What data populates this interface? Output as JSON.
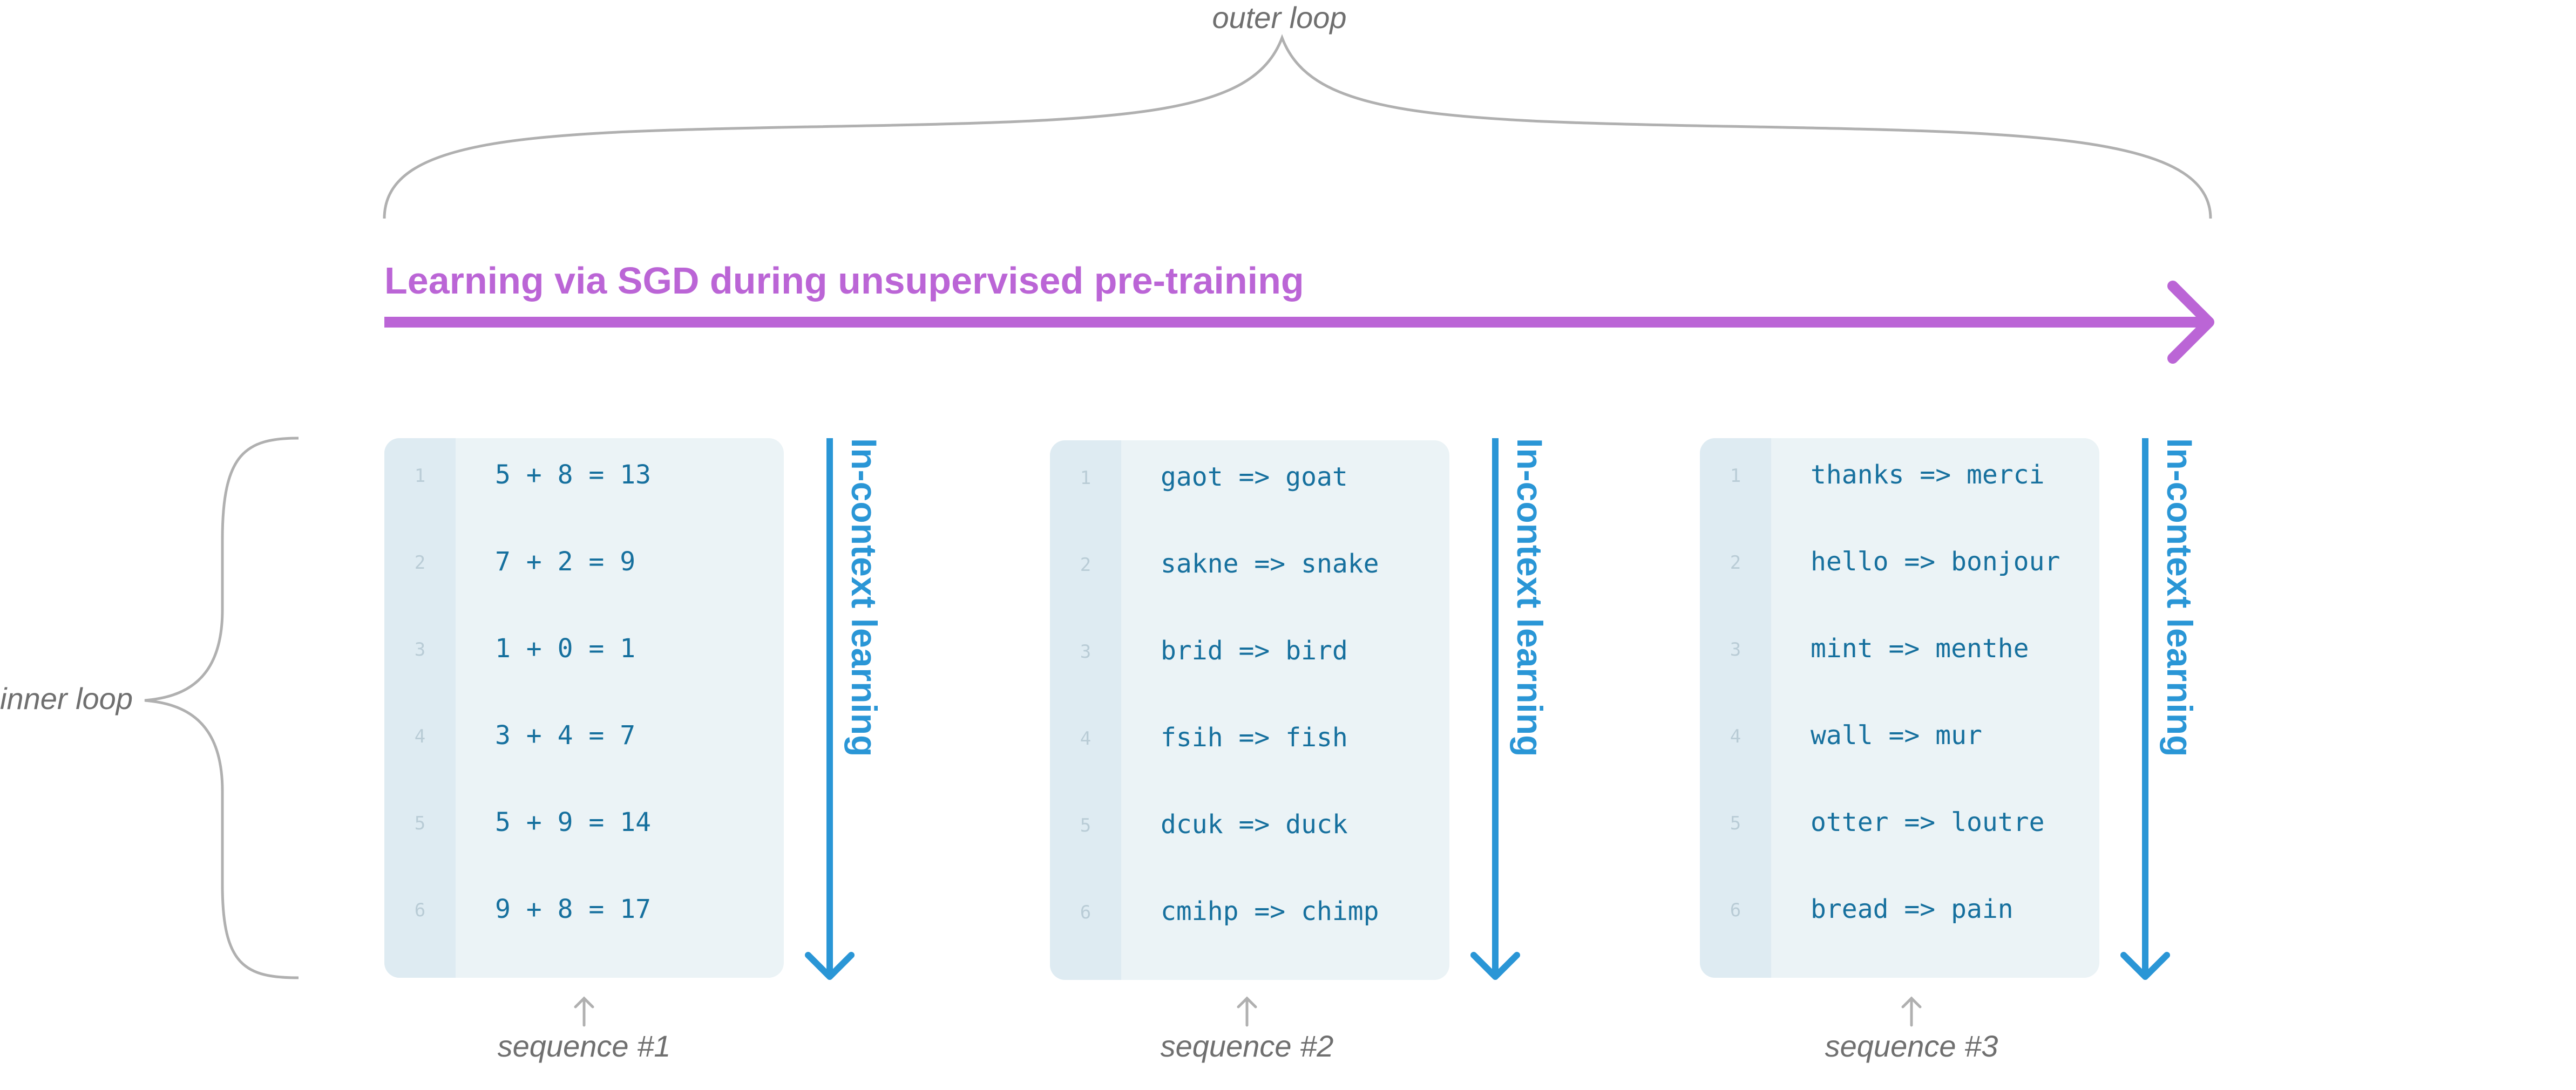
{
  "outer_loop_label": "outer loop",
  "inner_loop_label": "inner loop",
  "sgd_title": "Learning via SGD during unsupervised pre-training",
  "in_context_label": "In-context learning",
  "colors": {
    "purple": "#bb65d6",
    "blue": "#2a96d6",
    "code_text": "#16709e",
    "panel_bg": "#ebf3f6",
    "gutter_bg": "#deebf2",
    "brace": "#b0b0b0"
  },
  "sequences": [
    {
      "label": "sequence #1",
      "lines": [
        {
          "num": "1",
          "text": "5 + 8 = 13"
        },
        {
          "num": "2",
          "text": "7 + 2 = 9"
        },
        {
          "num": "3",
          "text": "1 + 0 = 1"
        },
        {
          "num": "4",
          "text": "3 + 4 = 7"
        },
        {
          "num": "5",
          "text": "5 + 9 = 14"
        },
        {
          "num": "6",
          "text": "9 + 8 = 17"
        }
      ]
    },
    {
      "label": "sequence #2",
      "lines": [
        {
          "num": "1",
          "text": "gaot => goat"
        },
        {
          "num": "2",
          "text": "sakne => snake"
        },
        {
          "num": "3",
          "text": "brid => bird"
        },
        {
          "num": "4",
          "text": "fsih => fish"
        },
        {
          "num": "5",
          "text": "dcuk => duck"
        },
        {
          "num": "6",
          "text": "cmihp => chimp"
        }
      ]
    },
    {
      "label": "sequence #3",
      "lines": [
        {
          "num": "1",
          "text": "thanks => merci"
        },
        {
          "num": "2",
          "text": "hello => bonjour"
        },
        {
          "num": "3",
          "text": "mint => menthe"
        },
        {
          "num": "4",
          "text": "wall => mur"
        },
        {
          "num": "5",
          "text": "otter => loutre"
        },
        {
          "num": "6",
          "text": "bread => pain"
        }
      ]
    }
  ]
}
